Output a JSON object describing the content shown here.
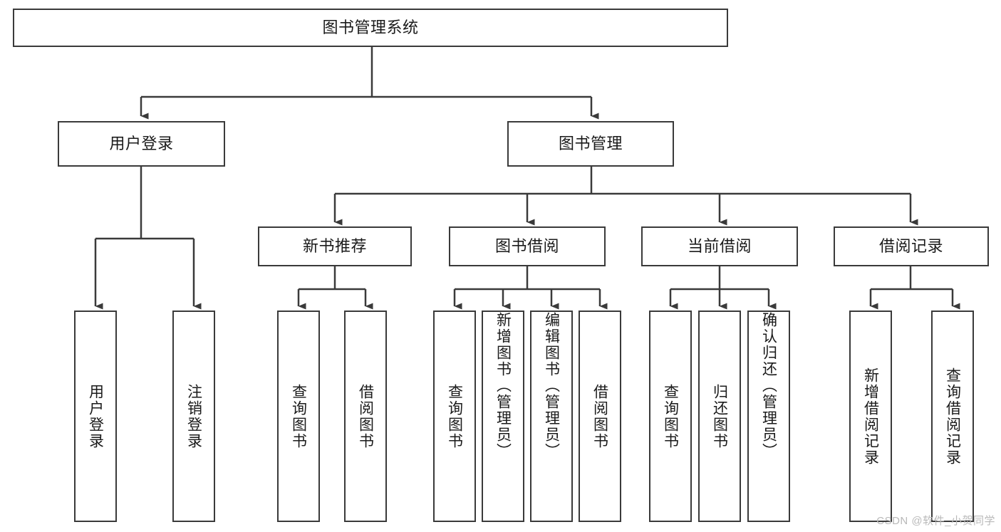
{
  "diagram": {
    "title": "图书管理系统",
    "type": "tree",
    "watermark": "CSDN @软件_小贺同学",
    "colors": {
      "box_border": "#3a3a3a",
      "box_fill": "#ffffff",
      "connector": "#3a3a3a",
      "text": "#1a1a1a",
      "watermark": "#b9b9b9",
      "background": "#ffffff"
    },
    "nodes": {
      "root": {
        "label": "图书管理系统"
      },
      "level2": [
        {
          "label": "用户登录"
        },
        {
          "label": "图书管理"
        }
      ],
      "level3": [
        {
          "label": "新书推荐"
        },
        {
          "label": "图书借阅"
        },
        {
          "label": "当前借阅"
        },
        {
          "label": "借阅记录"
        }
      ],
      "leaves": {
        "user_login": [
          {
            "label": "用户登录"
          },
          {
            "label": "注销登录"
          }
        ],
        "new_book_recommend": [
          {
            "label": "查询图书"
          },
          {
            "label": "借阅图书"
          }
        ],
        "book_borrow": [
          {
            "label": "查询图书"
          },
          {
            "label": "新增图书（管理员）"
          },
          {
            "label": "编辑图书（管理员）"
          },
          {
            "label": "借阅图书"
          }
        ],
        "current_borrow": [
          {
            "label": "查询图书"
          },
          {
            "label": "归还图书"
          },
          {
            "label": "确认归还（管理员）"
          }
        ],
        "borrow_record": [
          {
            "label": "新增借阅记录"
          },
          {
            "label": "查询借阅记录"
          }
        ]
      }
    }
  }
}
